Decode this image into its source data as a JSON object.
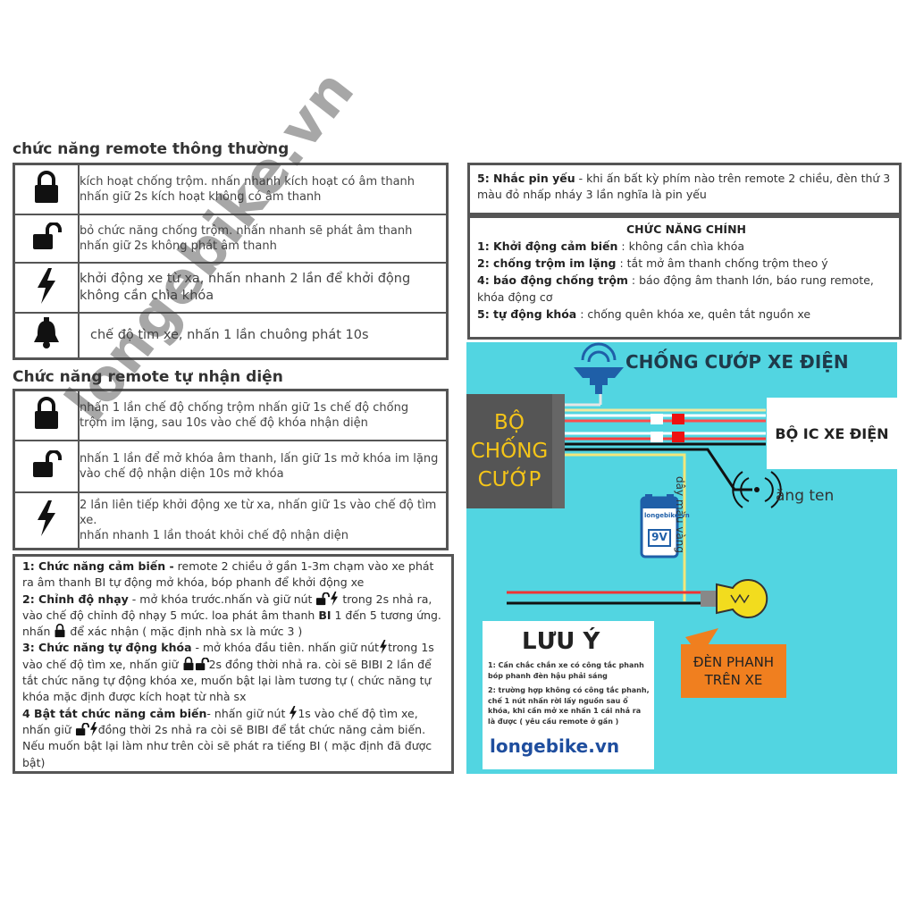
{
  "left": {
    "section1_title": "chức năng remote thông thường",
    "section1_rows": [
      {
        "icon": "lock-icon",
        "line1": "kích hoạt chống trộm. nhấn nhanh kích hoạt có âm thanh",
        "line2": "nhấn giữ 2s kích hoạt không có âm thanh"
      },
      {
        "icon": "unlock-icon",
        "line1": "bỏ chức năng chống trộm. nhấn nhanh sẽ phát âm thanh",
        "line2": "nhấn giữ 2s không phát âm thanh"
      },
      {
        "icon": "lightning-icon",
        "line1": "khởi động xe từ xa, nhấn nhanh 2 lần để khởi động",
        "line2": "không cần chìa khóa"
      },
      {
        "icon": "bell-icon",
        "line1": "chế độ tìm xe, nhấn 1 lần chuông phát 10s",
        "line2": ""
      }
    ],
    "section2_title": "Chức năng remote tự nhận diện",
    "section2_rows": [
      {
        "icon": "lock-icon",
        "line1": "nhấn 1 lần chế độ chống trộm nhấn giữ 1s chế độ chống",
        "line2": "trộm im lặng, sau 10s vào chế độ khóa nhận diện",
        "line3": ""
      },
      {
        "icon": "unlock-icon",
        "line1": "nhấn 1 lần để mở khóa âm thanh, lấn giữ 1s mở khóa im lặng",
        "line2": "vào chế độ nhận diện 10s mở khóa",
        "line3": ""
      },
      {
        "icon": "lightning-icon",
        "line1": "2 lần liên tiếp khởi động xe từ xa, nhấn giữ 1s vào chế độ tìm",
        "line2": "xe.",
        "line3": "nhấn nhanh 1 lần thoát khỏi chế độ nhận diện"
      }
    ],
    "notes": {
      "p1_bold": "1: Chức năng cảm biến -",
      "p1_text": " remote 2 chiều ở gần 1-3m chạm vào xe phát ra âm thanh BI tự động mở khóa, bóp phanh để khởi động xe",
      "p2_bold": "2: Chỉnh độ nhạy",
      "p2_text_a": " - mở khóa trước.nhấn và giữ nút ",
      "p2_text_b": " trong 2s nhả ra, vào chế độ chỉnh độ nhạy 5 mức. loa phát âm thanh ",
      "p2_bi": "BI",
      "p2_text_c": " 1 đến 5 tương ứng. nhấn ",
      "p2_text_d": " để xác nhận ( mặc định nhà sx là mức 3 )",
      "p3_bold": "3: Chức năng tự động khóa",
      "p3_text_a": " - mở khóa đầu tiên. nhấn giữ nút",
      "p3_text_b": "trong 1s vào chế độ tìm xe, nhấn giữ ",
      "p3_text_c": "2s đồng thời nhả ra. còi sẽ BIBI 2 lần để tắt chức năng tự động khóa xe, muốn bật lại làm tương tự ( chức năng tự khóa mặc định được kích hoạt từ nhà sx",
      "p4_bold": "4 Bật tắt chức năng cảm biến",
      "p4_text_a": "- nhấn giữ nút ",
      "p4_text_b": "1s vào chế độ tìm xe, nhấn giữ ",
      "p4_text_c": "đồng thời 2s nhả ra còi sẽ BIBI để tắt chức năng cảm biến. Nếu muốn bật lại làm như trên còi sẽ phát ra tiếng BI ( mặc định đã được bật)"
    }
  },
  "right": {
    "battery_bold": "5: Nhắc pin yếu",
    "battery_text": " - khi ấn bất kỳ phím nào trên remote 2 chiều, đèn thứ 3 màu đỏ nhấp nháy 3 lần nghĩa là pin yếu",
    "main_title": "CHỨC NĂNG CHÍNH",
    "main_items": [
      {
        "bold": "1: Khởi động cảm biến",
        "text": " : không cần chìa khóa"
      },
      {
        "bold": "2: chống trộm im lặng",
        "text": " : tắt mở âm thanh chống trộm theo ý"
      },
      {
        "bold": "4: báo động chống trộm",
        "text": " : báo động âm thanh lớn, báo rung remote, khóa động cơ"
      },
      {
        "bold": "5: tự động khóa",
        "text": " : chống quên khóa xe, quên tắt nguồn xe"
      }
    ]
  },
  "diagram": {
    "title": "CHỐNG CƯỚP XE ĐIỆN",
    "box_line1": "BỘ",
    "box_line2": "CHỐNG",
    "box_line3": "CƯỚP",
    "ic_label": "BỘ IC XE ĐIỆN",
    "antenna_label": "ăng ten",
    "wire_label": "dây màu vàng",
    "battery_brand": "longebike.vn",
    "battery_voltage": "9V",
    "brake_label_line1": "ĐÈN PHANH",
    "brake_label_line2": "TRÊN XE",
    "note_title": "LƯU Ý",
    "note1": "1: Cần chắc chắn xe có công tắc phanh bóp phanh đèn hậu phải sáng",
    "note2": "2: trường hợp không có công tắc phanh, chế 1 nút nhấn rời lấy nguồn sau ổ khóa, khi cần mở xe nhấn 1 cái nhả ra là được ( yêu cầu remote ở gần )",
    "site": "longebike.vn",
    "colors": {
      "background": "#52d5e1",
      "box": "#555555",
      "box_text": "#f5c518",
      "title": "#1f3a4a",
      "site": "#1f4e9e",
      "label_bg": "#f07f1f"
    }
  },
  "watermark": "longebike.vn"
}
